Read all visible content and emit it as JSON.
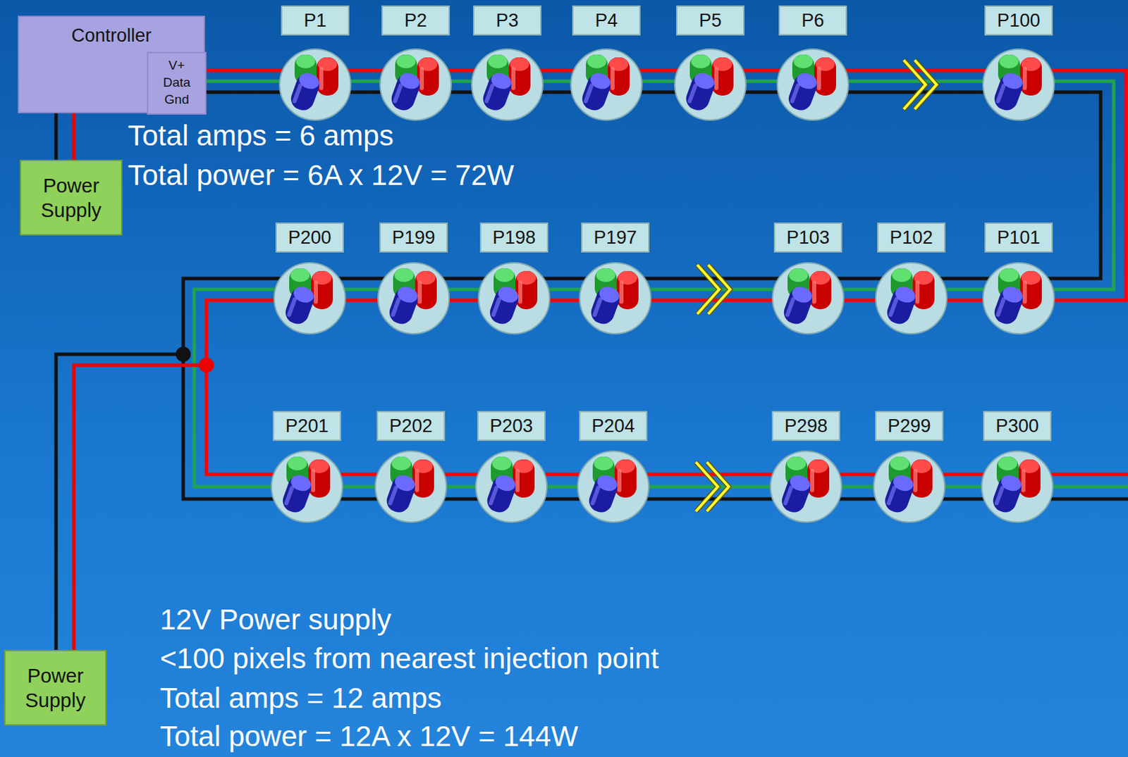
{
  "diagram": {
    "nodes": [
      {
        "text": [
          "Controller"
        ]
      },
      {
        "text": [
          "V+",
          "Data",
          "Gnd"
        ],
        "in": 0
      },
      {
        "text": [
          "P1"
        ]
      },
      {
        "text": [
          "P2"
        ]
      },
      {
        "text": [
          "P3"
        ]
      },
      {
        "text": [
          "P4"
        ]
      },
      {
        "text": [
          "P5"
        ]
      },
      {
        "text": [
          "P6"
        ]
      },
      {
        "text": [
          "P100"
        ]
      },
      {
        "text": [
          "Power Supply"
        ]
      },
      {
        "text": [
          "P200"
        ]
      },
      {
        "text": [
          "P199"
        ]
      },
      {
        "text": [
          "P198"
        ]
      },
      {
        "text": [
          "P197"
        ]
      },
      {
        "text": [
          "P103"
        ]
      },
      {
        "text": [
          "P102"
        ]
      },
      {
        "text": [
          "P101"
        ]
      },
      {
        "text": [
          "P201"
        ]
      },
      {
        "text": [
          "P202"
        ]
      },
      {
        "text": [
          "P203"
        ]
      },
      {
        "text": [
          "P204"
        ]
      },
      {
        "text": [
          "P298"
        ]
      },
      {
        "text": [
          "P299"
        ]
      },
      {
        "text": [
          "P300"
        ]
      },
      {
        "text": [
          "Power Supply"
        ]
      }
    ],
    "edges": [
      {
        "from": 0,
        "to": 9,
        "arrow": "none"
      },
      {
        "from": 0,
        "to": 9,
        "arrow": "none"
      }
    ],
    "labels": [
      "Total amps = 6 amps",
      "Total power = 6A x 12V = 72W",
      "12V Power supply",
      "<100 pixels from nearest injection point",
      "Total amps = 12 amps",
      "Total power = 12A x 12V = 144W"
    ]
  }
}
